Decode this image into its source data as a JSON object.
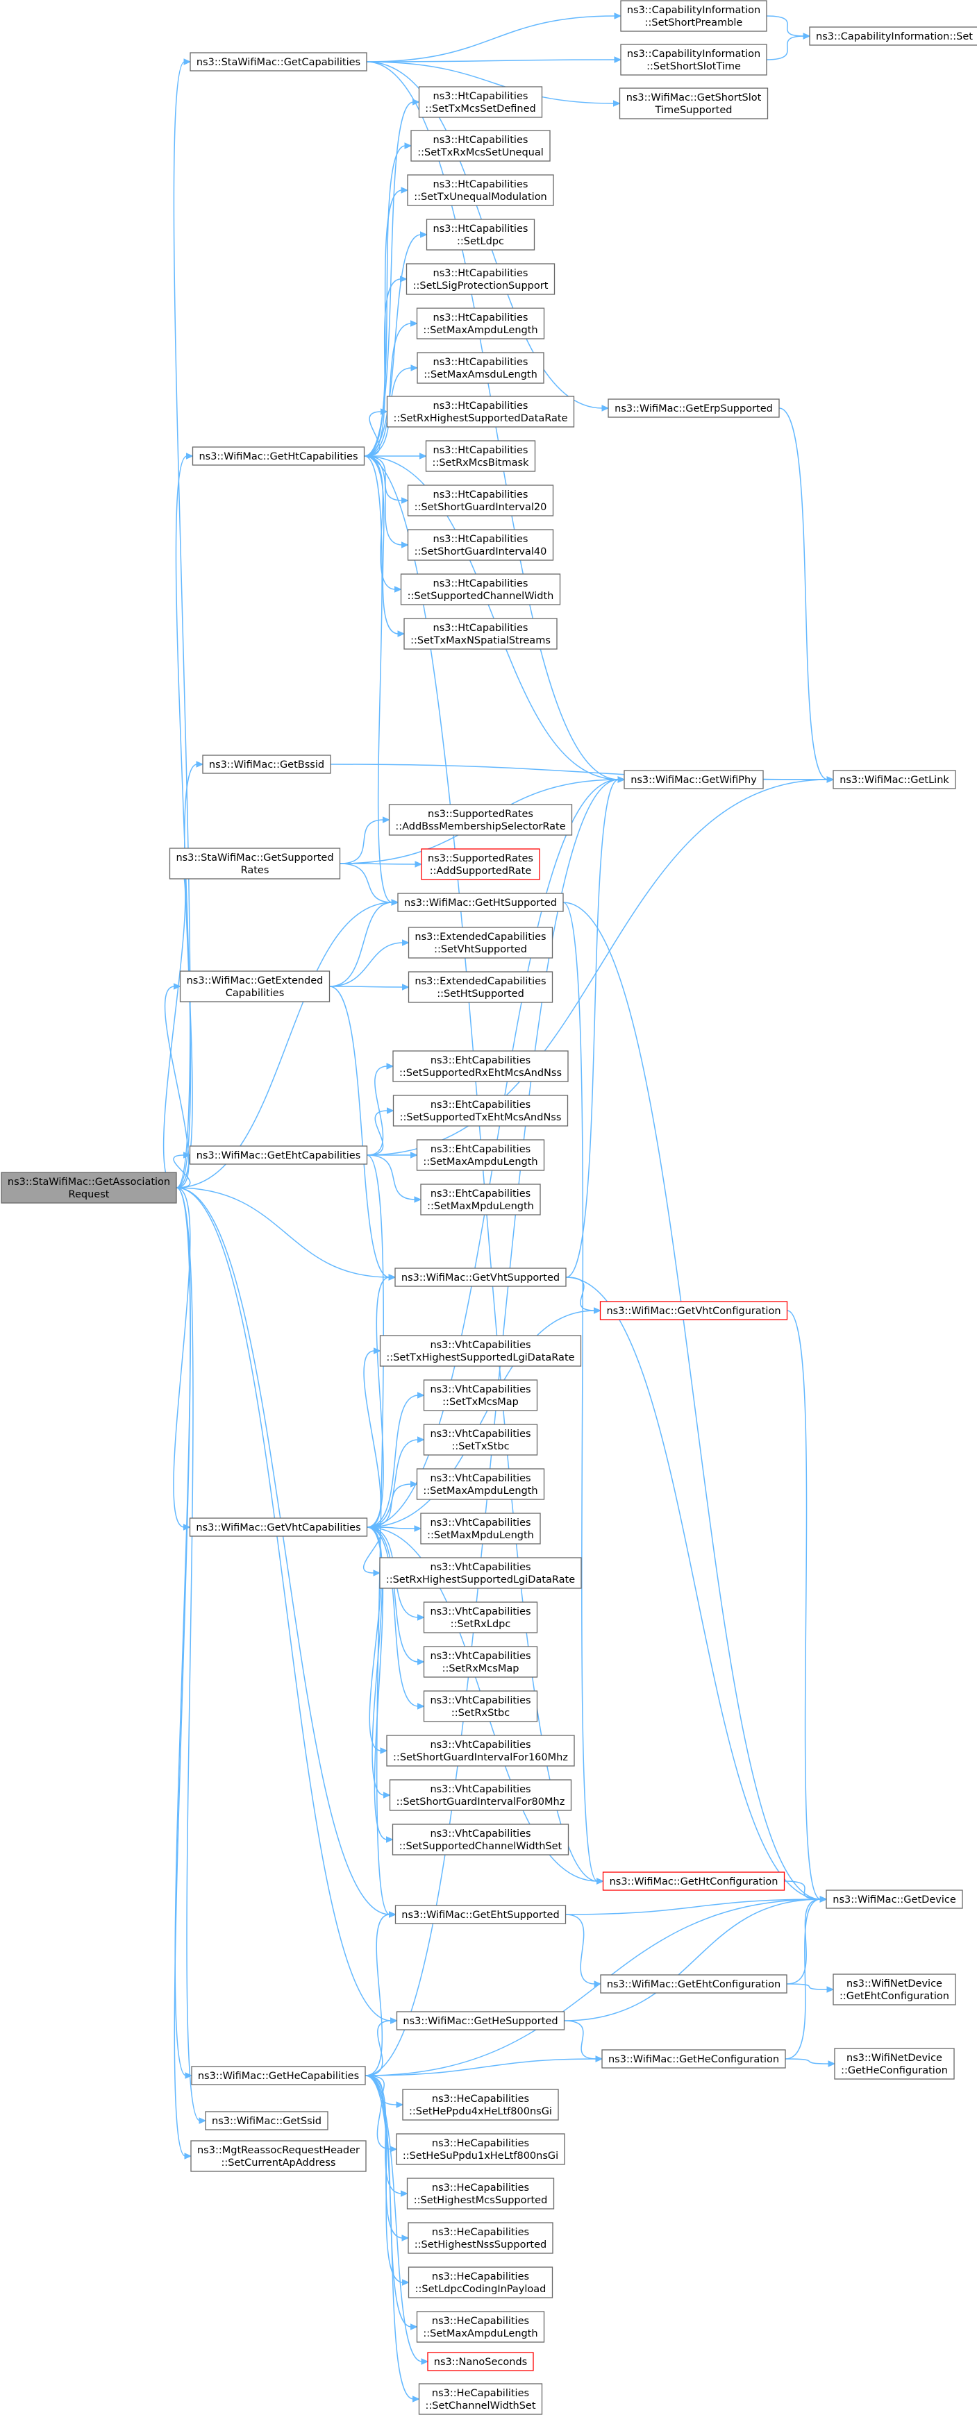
{
  "graph": {
    "edge_color": "#63b8ff",
    "node_border_color": "#666666",
    "highlight_border_color": "#ff0000",
    "root_fill_color": "#a0a0a0",
    "nodes": [
      {
        "id": "root",
        "lines": [
          "ns3::StaWifiMac::GetAssociation",
          "Request"
        ],
        "style": "root"
      },
      {
        "id": "getCaps",
        "lines": [
          "ns3::StaWifiMac::GetCapabilities"
        ]
      },
      {
        "id": "getHtCaps",
        "lines": [
          "ns3::WifiMac::GetHtCapabilities"
        ]
      },
      {
        "id": "getBssid",
        "lines": [
          "ns3::WifiMac::GetBssid"
        ]
      },
      {
        "id": "getSupRates",
        "lines": [
          "ns3::StaWifiMac::GetSupported",
          "Rates"
        ]
      },
      {
        "id": "getExtCaps",
        "lines": [
          "ns3::WifiMac::GetExtended",
          "Capabilities"
        ]
      },
      {
        "id": "getEhtCaps",
        "lines": [
          "ns3::WifiMac::GetEhtCapabilities"
        ]
      },
      {
        "id": "getVhtCaps",
        "lines": [
          "ns3::WifiMac::GetVhtCapabilities"
        ]
      },
      {
        "id": "getHeCaps",
        "lines": [
          "ns3::WifiMac::GetHeCapabilities"
        ]
      },
      {
        "id": "getSsid",
        "lines": [
          "ns3::WifiMac::GetSsid"
        ]
      },
      {
        "id": "setCurAp",
        "lines": [
          "ns3::MgtReassocRequestHeader",
          "::SetCurrentApAddress"
        ]
      },
      {
        "id": "capSetShortPre",
        "lines": [
          "ns3::CapabilityInformation",
          "::SetShortPreamble"
        ]
      },
      {
        "id": "capSetShortSlot",
        "lines": [
          "ns3::CapabilityInformation",
          "::SetShortSlotTime"
        ]
      },
      {
        "id": "getShortSlot",
        "lines": [
          "ns3::WifiMac::GetShortSlot",
          "TimeSupported"
        ]
      },
      {
        "id": "capSet",
        "lines": [
          "ns3::CapabilityInformation::Set"
        ]
      },
      {
        "id": "getErp",
        "lines": [
          "ns3::WifiMac::GetErpSupported"
        ]
      },
      {
        "id": "getLink",
        "lines": [
          "ns3::WifiMac::GetLink"
        ]
      },
      {
        "id": "getWifiPhy",
        "lines": [
          "ns3::WifiMac::GetWifiPhy"
        ]
      },
      {
        "id": "htTxMcsDef",
        "lines": [
          "ns3::HtCapabilities",
          "::SetTxMcsSetDefined"
        ]
      },
      {
        "id": "htTxRxUneq",
        "lines": [
          "ns3::HtCapabilities",
          "::SetTxRxMcsSetUnequal"
        ]
      },
      {
        "id": "htTxUneqMod",
        "lines": [
          "ns3::HtCapabilities",
          "::SetTxUnequalModulation"
        ]
      },
      {
        "id": "htLdpc",
        "lines": [
          "ns3::HtCapabilities",
          "::SetLdpc"
        ]
      },
      {
        "id": "htLSig",
        "lines": [
          "ns3::HtCapabilities",
          "::SetLSigProtectionSupport"
        ]
      },
      {
        "id": "htMaxAmpdu",
        "lines": [
          "ns3::HtCapabilities",
          "::SetMaxAmpduLength"
        ]
      },
      {
        "id": "htMaxAmsdu",
        "lines": [
          "ns3::HtCapabilities",
          "::SetMaxAmsduLength"
        ]
      },
      {
        "id": "htRxHighest",
        "lines": [
          "ns3::HtCapabilities",
          "::SetRxHighestSupportedDataRate"
        ]
      },
      {
        "id": "htRxBitmask",
        "lines": [
          "ns3::HtCapabilities",
          "::SetRxMcsBitmask"
        ]
      },
      {
        "id": "htSgi20",
        "lines": [
          "ns3::HtCapabilities",
          "::SetShortGuardInterval20"
        ]
      },
      {
        "id": "htSgi40",
        "lines": [
          "ns3::HtCapabilities",
          "::SetShortGuardInterval40"
        ]
      },
      {
        "id": "htChWidth",
        "lines": [
          "ns3::HtCapabilities",
          "::SetSupportedChannelWidth"
        ]
      },
      {
        "id": "htTxMaxNss",
        "lines": [
          "ns3::HtCapabilities",
          "::SetTxMaxNSpatialStreams"
        ]
      },
      {
        "id": "srAddBss",
        "lines": [
          "ns3::SupportedRates",
          "::AddBssMembershipSelectorRate"
        ]
      },
      {
        "id": "srAddRate",
        "lines": [
          "ns3::SupportedRates",
          "::AddSupportedRate"
        ],
        "style": "red"
      },
      {
        "id": "getHtSup",
        "lines": [
          "ns3::WifiMac::GetHtSupported"
        ]
      },
      {
        "id": "extVht",
        "lines": [
          "ns3::ExtendedCapabilities",
          "::SetVhtSupported"
        ]
      },
      {
        "id": "extHt",
        "lines": [
          "ns3::ExtendedCapabilities",
          "::SetHtSupported"
        ]
      },
      {
        "id": "ehtRx",
        "lines": [
          "ns3::EhtCapabilities",
          "::SetSupportedRxEhtMcsAndNss"
        ]
      },
      {
        "id": "ehtTx",
        "lines": [
          "ns3::EhtCapabilities",
          "::SetSupportedTxEhtMcsAndNss"
        ]
      },
      {
        "id": "ehtAmpdu",
        "lines": [
          "ns3::EhtCapabilities",
          "::SetMaxAmpduLength"
        ]
      },
      {
        "id": "ehtMpdu",
        "lines": [
          "ns3::EhtCapabilities",
          "::SetMaxMpduLength"
        ]
      },
      {
        "id": "getVhtSup",
        "lines": [
          "ns3::WifiMac::GetVhtSupported"
        ]
      },
      {
        "id": "getVhtConf",
        "lines": [
          "ns3::WifiMac::GetVhtConfiguration"
        ],
        "style": "red"
      },
      {
        "id": "vhtTxHighest",
        "lines": [
          "ns3::VhtCapabilities",
          "::SetTxHighestSupportedLgiDataRate"
        ]
      },
      {
        "id": "vhtTxMcs",
        "lines": [
          "ns3::VhtCapabilities",
          "::SetTxMcsMap"
        ]
      },
      {
        "id": "vhtTxStbc",
        "lines": [
          "ns3::VhtCapabilities",
          "::SetTxStbc"
        ]
      },
      {
        "id": "vhtAmpdu",
        "lines": [
          "ns3::VhtCapabilities",
          "::SetMaxAmpduLength"
        ]
      },
      {
        "id": "vhtMpdu",
        "lines": [
          "ns3::VhtCapabilities",
          "::SetMaxMpduLength"
        ]
      },
      {
        "id": "vhtRxHighest",
        "lines": [
          "ns3::VhtCapabilities",
          "::SetRxHighestSupportedLgiDataRate"
        ]
      },
      {
        "id": "vhtRxLdpc",
        "lines": [
          "ns3::VhtCapabilities",
          "::SetRxLdpc"
        ]
      },
      {
        "id": "vhtRxMcs",
        "lines": [
          "ns3::VhtCapabilities",
          "::SetRxMcsMap"
        ]
      },
      {
        "id": "vhtRxStbc",
        "lines": [
          "ns3::VhtCapabilities",
          "::SetRxStbc"
        ]
      },
      {
        "id": "vhtSgi160",
        "lines": [
          "ns3::VhtCapabilities",
          "::SetShortGuardIntervalFor160Mhz"
        ]
      },
      {
        "id": "vhtSgi80",
        "lines": [
          "ns3::VhtCapabilities",
          "::SetShortGuardIntervalFor80Mhz"
        ]
      },
      {
        "id": "vhtChWidth",
        "lines": [
          "ns3::VhtCapabilities",
          "::SetSupportedChannelWidthSet"
        ]
      },
      {
        "id": "getHtConf",
        "lines": [
          "ns3::WifiMac::GetHtConfiguration"
        ],
        "style": "red"
      },
      {
        "id": "getDevice",
        "lines": [
          "ns3::WifiMac::GetDevice"
        ]
      },
      {
        "id": "getEhtSup",
        "lines": [
          "ns3::WifiMac::GetEhtSupported"
        ]
      },
      {
        "id": "getEhtConf",
        "lines": [
          "ns3::WifiMac::GetEhtConfiguration"
        ]
      },
      {
        "id": "ndEhtConf",
        "lines": [
          "ns3::WifiNetDevice",
          "::GetEhtConfiguration"
        ]
      },
      {
        "id": "getHeSup",
        "lines": [
          "ns3::WifiMac::GetHeSupported"
        ]
      },
      {
        "id": "getHeConf",
        "lines": [
          "ns3::WifiMac::GetHeConfiguration"
        ]
      },
      {
        "id": "ndHeConf",
        "lines": [
          "ns3::WifiNetDevice",
          "::GetHeConfiguration"
        ]
      },
      {
        "id": "heHePpdu",
        "lines": [
          "ns3::HeCapabilities",
          "::SetHePpdu4xHeLtf800nsGi"
        ]
      },
      {
        "id": "heHeSu",
        "lines": [
          "ns3::HeCapabilities",
          "::SetHeSuPpdu1xHeLtf800nsGi"
        ]
      },
      {
        "id": "heMcs",
        "lines": [
          "ns3::HeCapabilities",
          "::SetHighestMcsSupported"
        ]
      },
      {
        "id": "heNss",
        "lines": [
          "ns3::HeCapabilities",
          "::SetHighestNssSupported"
        ]
      },
      {
        "id": "heLdpc",
        "lines": [
          "ns3::HeCapabilities",
          "::SetLdpcCodingInPayload"
        ]
      },
      {
        "id": "heAmpdu",
        "lines": [
          "ns3::HeCapabilities",
          "::SetMaxAmpduLength"
        ]
      },
      {
        "id": "nanoSec",
        "lines": [
          "ns3::NanoSeconds"
        ],
        "style": "red"
      },
      {
        "id": "heChWidth",
        "lines": [
          "ns3::HeCapabilities",
          "::SetChannelWidthSet"
        ]
      }
    ],
    "edges": [
      [
        "root",
        "getCaps"
      ],
      [
        "root",
        "getHtCaps"
      ],
      [
        "root",
        "getBssid"
      ],
      [
        "root",
        "getSupRates"
      ],
      [
        "root",
        "getHtSup"
      ],
      [
        "root",
        "getExtCaps"
      ],
      [
        "root",
        "getEhtCaps"
      ],
      [
        "root",
        "getVhtSup"
      ],
      [
        "root",
        "getVhtCaps"
      ],
      [
        "root",
        "getEhtSup"
      ],
      [
        "root",
        "getHeSup"
      ],
      [
        "root",
        "getHeCaps"
      ],
      [
        "root",
        "getSsid"
      ],
      [
        "root",
        "setCurAp"
      ],
      [
        "getCaps",
        "capSetShortPre"
      ],
      [
        "getCaps",
        "capSetShortSlot"
      ],
      [
        "getCaps",
        "getShortSlot"
      ],
      [
        "getCaps",
        "getErp"
      ],
      [
        "getCaps",
        "getWifiPhy"
      ],
      [
        "capSetShortPre",
        "capSet"
      ],
      [
        "capSetShortSlot",
        "capSet"
      ],
      [
        "getErp",
        "getLink"
      ],
      [
        "getWifiPhy",
        "getLink"
      ],
      [
        "getBssid",
        "getLink"
      ],
      [
        "getHtCaps",
        "htTxMcsDef"
      ],
      [
        "getHtCaps",
        "htTxRxUneq"
      ],
      [
        "getHtCaps",
        "htTxUneqMod"
      ],
      [
        "getHtCaps",
        "htLdpc"
      ],
      [
        "getHtCaps",
        "htLSig"
      ],
      [
        "getHtCaps",
        "htMaxAmpdu"
      ],
      [
        "getHtCaps",
        "htMaxAmsdu"
      ],
      [
        "getHtCaps",
        "htRxHighest"
      ],
      [
        "getHtCaps",
        "htRxBitmask"
      ],
      [
        "getHtCaps",
        "htSgi20"
      ],
      [
        "getHtCaps",
        "htSgi40"
      ],
      [
        "getHtCaps",
        "htChWidth"
      ],
      [
        "getHtCaps",
        "htTxMaxNss"
      ],
      [
        "getHtCaps",
        "getWifiPhy"
      ],
      [
        "getHtCaps",
        "getHtSup"
      ],
      [
        "getHtCaps",
        "getHtConf"
      ],
      [
        "getSupRates",
        "srAddBss"
      ],
      [
        "getSupRates",
        "srAddRate"
      ],
      [
        "getSupRates",
        "getHtSup"
      ],
      [
        "getSupRates",
        "getWifiPhy"
      ],
      [
        "getHtSup",
        "getHtConf"
      ],
      [
        "getHtSup",
        "getDevice"
      ],
      [
        "getExtCaps",
        "getHtSup"
      ],
      [
        "getExtCaps",
        "extVht"
      ],
      [
        "getExtCaps",
        "extHt"
      ],
      [
        "getExtCaps",
        "getVhtSup"
      ],
      [
        "getEhtCaps",
        "ehtRx"
      ],
      [
        "getEhtCaps",
        "ehtTx"
      ],
      [
        "getEhtCaps",
        "ehtAmpdu"
      ],
      [
        "getEhtCaps",
        "ehtMpdu"
      ],
      [
        "getEhtCaps",
        "getLink"
      ],
      [
        "getEhtCaps",
        "getEhtSup"
      ],
      [
        "getVhtSup",
        "getVhtConf"
      ],
      [
        "getVhtSup",
        "getDevice"
      ],
      [
        "getVhtSup",
        "getWifiPhy"
      ],
      [
        "getVhtConf",
        "getDevice"
      ],
      [
        "getVhtCaps",
        "vhtTxHighest"
      ],
      [
        "getVhtCaps",
        "vhtTxMcs"
      ],
      [
        "getVhtCaps",
        "vhtTxStbc"
      ],
      [
        "getVhtCaps",
        "vhtAmpdu"
      ],
      [
        "getVhtCaps",
        "vhtMpdu"
      ],
      [
        "getVhtCaps",
        "vhtRxHighest"
      ],
      [
        "getVhtCaps",
        "vhtRxLdpc"
      ],
      [
        "getVhtCaps",
        "vhtRxMcs"
      ],
      [
        "getVhtCaps",
        "vhtRxStbc"
      ],
      [
        "getVhtCaps",
        "vhtSgi160"
      ],
      [
        "getVhtCaps",
        "vhtSgi80"
      ],
      [
        "getVhtCaps",
        "vhtChWidth"
      ],
      [
        "getVhtCaps",
        "getVhtConf"
      ],
      [
        "getVhtCaps",
        "getWifiPhy"
      ],
      [
        "getVhtCaps",
        "getHtConf"
      ],
      [
        "getVhtCaps",
        "getVhtSup"
      ],
      [
        "getHtConf",
        "getDevice"
      ],
      [
        "getEhtSup",
        "getEhtConf"
      ],
      [
        "getEhtSup",
        "getDevice"
      ],
      [
        "getEhtConf",
        "getDevice"
      ],
      [
        "getEhtConf",
        "ndEhtConf"
      ],
      [
        "getHeSup",
        "getHeConf"
      ],
      [
        "getHeSup",
        "getDevice"
      ],
      [
        "getHeConf",
        "getDevice"
      ],
      [
        "getHeConf",
        "ndHeConf"
      ],
      [
        "getHeCaps",
        "heHePpdu"
      ],
      [
        "getHeCaps",
        "heHeSu"
      ],
      [
        "getHeCaps",
        "heMcs"
      ],
      [
        "getHeCaps",
        "heNss"
      ],
      [
        "getHeCaps",
        "heLdpc"
      ],
      [
        "getHeCaps",
        "heAmpdu"
      ],
      [
        "getHeCaps",
        "nanoSec"
      ],
      [
        "getHeCaps",
        "heChWidth"
      ],
      [
        "getHeCaps",
        "getHeSup"
      ],
      [
        "getHeCaps",
        "getEhtSup"
      ],
      [
        "getHeCaps",
        "getHeConf"
      ],
      [
        "getHeCaps",
        "getWifiPhy"
      ],
      [
        "getHeCaps",
        "getDevice"
      ]
    ]
  }
}
